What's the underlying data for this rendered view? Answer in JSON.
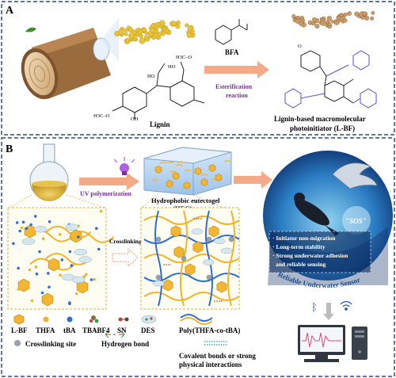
{
  "panel_a": {
    "label": "A",
    "lignin_label": "Lignin",
    "bfa_label": "BFA",
    "reaction_line1": "Esterification",
    "reaction_line2": "reaction",
    "product_line1": "Lignin-based macromolecular",
    "product_line2": "photoinitiator (L-BF)",
    "chem": {
      "methoxy_top": "H3C–O",
      "methoxy_bottom": "H3C–O",
      "oh1": "HO",
      "oh2": "HO",
      "oh3": "OH",
      "o": "O"
    }
  },
  "panel_b": {
    "label": "B",
    "uv_label": "UV polymerization",
    "heg_line1": "Hydrophobic eutectogel",
    "heg_line2": "(HEG)",
    "crosslinking_label": "Crosslinking",
    "sos_label": "\"SOS\"",
    "features": [
      "· Initiator non-migration",
      "· Long-term stability",
      "· Strong underwater adhesion",
      "  and reliable sensing"
    ],
    "sensor_label": "Reliable Underwater Sensor"
  },
  "legend": {
    "items": [
      "L-BF",
      "THFA",
      "tBA",
      "TBABF4",
      "SN",
      "DES",
      "Poly(THFA-co-tBA)"
    ],
    "row2": [
      "Crosslinking site",
      "Hydrogen bond",
      "Covalent bonds or strong",
      "physical interactions"
    ]
  },
  "colors": {
    "panel_border": "#2b4a8a",
    "arrow": "#f4a987",
    "esterification": "#7a2f9e",
    "uv": "#7a2f9e",
    "hexagon": "#f2b632",
    "chain_yellow": "#f0b429",
    "chain_blue": "#2f6fd1",
    "gel": "#bcd7f0",
    "ocean": "#1d5fa8"
  }
}
